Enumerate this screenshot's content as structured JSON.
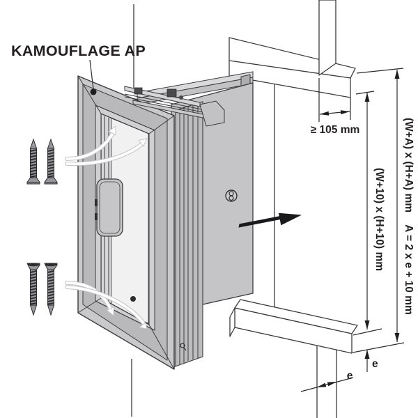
{
  "title": "KAMOUFLAGE AP",
  "dims": {
    "min_depth": "≥ 105 mm",
    "outer_size": "(W+A) x (H+A) mm",
    "cutout_size": "(W+10) x (H+10) mm",
    "a_formula": "A = 2 x e + 10 mm",
    "e_vertical": "e",
    "e_horizontal": "e"
  },
  "colors": {
    "line": "#3b3b3d",
    "text": "#231f20",
    "frame_gray": "#c9c9cb",
    "bevel_gray": "#b9b9bb",
    "panel_gray": "#c5c5c7",
    "light_gray": "#d7d7d9",
    "screw_dark": "#2d2d2f",
    "arrow_black": "#1a1a1c",
    "background": "#ffffff"
  },
  "icons": {
    "screws": "mounting-screw x4",
    "direction_arrow": "black arrow pointing right (panel inserted into wall opening)",
    "guide_arrows": "white curved arrows from screws to frame corners",
    "callout_dot": "black callout dot on frame"
  }
}
